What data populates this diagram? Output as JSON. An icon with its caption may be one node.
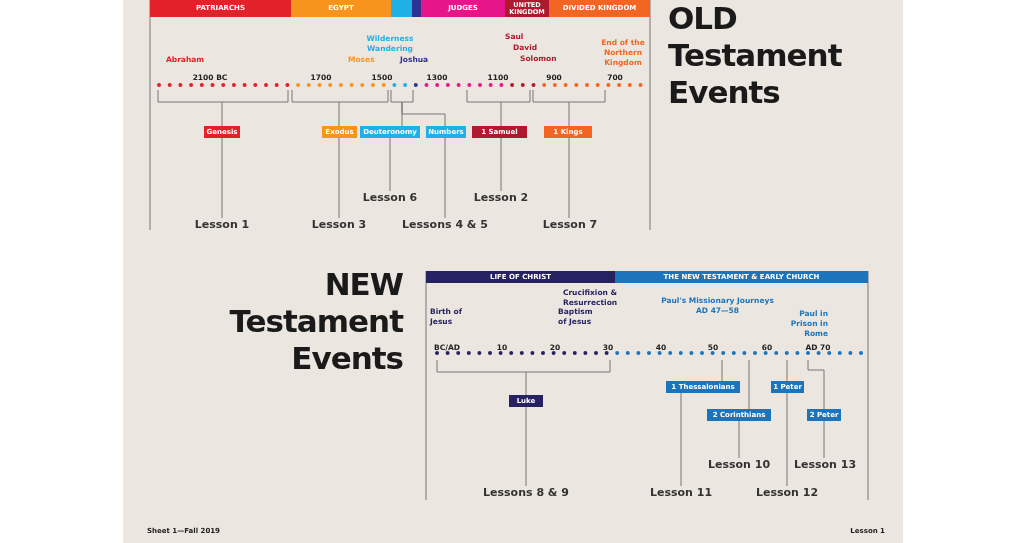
{
  "diagram": {
    "nodes": [
      {
        "text": [
          "PATRIARCHS"
        ]
      },
      {
        "text": [
          "EGYPT"
        ]
      },
      {
        "text": [],
        "shape": "bar"
      },
      {
        "text": [],
        "shape": "bar"
      },
      {
        "text": [
          "JUDGES"
        ]
      },
      {
        "text": [
          "UNITED KINGDOM"
        ]
      },
      {
        "text": [
          "DIVIDED KINGDOM"
        ]
      },
      {
        "text": [
          "Genesis"
        ]
      },
      {
        "text": [
          "Exodus"
        ]
      },
      {
        "text": [
          "Deuteronomy"
        ]
      },
      {
        "text": [
          "Numbers"
        ]
      },
      {
        "text": [
          "1 Samuel"
        ]
      },
      {
        "text": [
          "1 Kings"
        ]
      },
      {
        "text": [
          "Lesson 6"
        ]
      },
      {
        "text": [
          "Lesson 2"
        ]
      },
      {
        "text": [
          "Lesson 1"
        ]
      },
      {
        "text": [
          "Lesson 3"
        ]
      },
      {
        "text": [
          "Lessons 4 & 5"
        ]
      },
      {
        "text": [
          "Lesson 7"
        ]
      },
      {
        "text": [
          "LIFE OF CHRIST"
        ]
      },
      {
        "text": [
          "THE NEW TESTAMENT & EARLY CHURCH"
        ]
      },
      {
        "text": [
          "1 Thessalonians"
        ]
      },
      {
        "text": [
          "1 Peter"
        ]
      },
      {
        "text": [
          "Luke"
        ]
      },
      {
        "text": [
          "2 Corinthians"
        ]
      },
      {
        "text": [
          "2 Peter"
        ]
      },
      {
        "text": [
          "Lesson 10"
        ]
      },
      {
        "text": [
          "Lesson 13"
        ]
      },
      {
        "text": [
          "Lessons 8 & 9"
        ]
      },
      {
        "text": [
          "Lesson 11"
        ]
      },
      {
        "text": [
          "Lesson 12"
        ]
      }
    ],
    "edges": [
      {
        "from": null,
        "to": 7,
        "arrow": "none"
      },
      {
        "from": 7,
        "to": 15,
        "arrow": "none"
      },
      {
        "from": null,
        "to": 8,
        "arrow": "none"
      },
      {
        "from": 8,
        "to": 16,
        "arrow": "none"
      },
      {
        "from": null,
        "to": 9,
        "arrow": "none"
      },
      {
        "from": 9,
        "to": 13,
        "arrow": "none"
      },
      {
        "from": null,
        "to": 10,
        "arrow": "none"
      },
      {
        "from": 10,
        "to": 17,
        "arrow": "none"
      },
      {
        "from": null,
        "to": 11,
        "arrow": "none"
      },
      {
        "from": 11,
        "to": 14,
        "arrow": "none"
      },
      {
        "from": null,
        "to": 12,
        "arrow": "none"
      },
      {
        "from": 12,
        "to": 18,
        "arrow": "none"
      },
      {
        "from": null,
        "to": 23,
        "arrow": "none"
      },
      {
        "from": 23,
        "to": 28,
        "arrow": "none"
      },
      {
        "from": null,
        "to": 21,
        "arrow": "none"
      },
      {
        "from": 21,
        "to": 29,
        "arrow": "none"
      },
      {
        "from": null,
        "to": 24,
        "arrow": "none"
      },
      {
        "from": 24,
        "to": 26,
        "arrow": "none"
      },
      {
        "from": null,
        "to": 22,
        "arrow": "none"
      },
      {
        "from": 22,
        "to": 30,
        "arrow": "none"
      },
      {
        "from": null,
        "to": 25,
        "arrow": "none"
      },
      {
        "from": 25,
        "to": 27,
        "arrow": "none"
      }
    ],
    "labels": [
      "OLD Testament Events",
      "Wilderness Wandering",
      "Saul",
      "David",
      "End of the Northern Kingdom",
      "Abraham",
      "Moses",
      "Joshua",
      "Solomon",
      "2100 BC",
      "1700",
      "1500",
      "1300",
      "1100",
      "900",
      "700",
      "NEW Testament Events",
      "Crucifixion & Resurrection",
      "Paul's Missionary Journeys AD 47—58",
      "Birth of Jesus",
      "Baptism of Jesus",
      "Paul in Prison in Rome",
      "BC/AD",
      "10",
      "20",
      "30",
      "40",
      "50",
      "60",
      "AD 70",
      "Sheet 1—Fall 2019",
      "Lesson 1"
    ]
  }
}
